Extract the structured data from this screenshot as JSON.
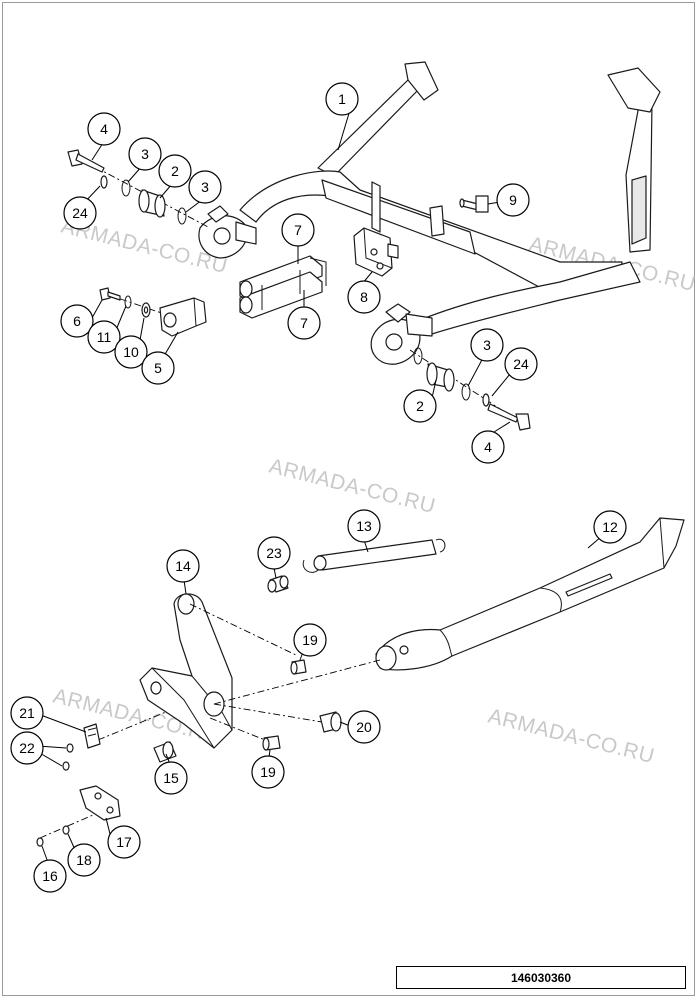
{
  "diagram": {
    "drawing_number": "146030360",
    "watermark_text": "ARMADA-CO.RU",
    "callouts": [
      {
        "id": "c1",
        "label": "1"
      },
      {
        "id": "c2a",
        "label": "2"
      },
      {
        "id": "c2b",
        "label": "2"
      },
      {
        "id": "c3a",
        "label": "3"
      },
      {
        "id": "c3b",
        "label": "3"
      },
      {
        "id": "c3c",
        "label": "3"
      },
      {
        "id": "c4a",
        "label": "4"
      },
      {
        "id": "c4b",
        "label": "4"
      },
      {
        "id": "c5",
        "label": "5"
      },
      {
        "id": "c6",
        "label": "6"
      },
      {
        "id": "c7a",
        "label": "7"
      },
      {
        "id": "c7b",
        "label": "7"
      },
      {
        "id": "c8",
        "label": "8"
      },
      {
        "id": "c9",
        "label": "9"
      },
      {
        "id": "c10",
        "label": "10"
      },
      {
        "id": "c11",
        "label": "11"
      },
      {
        "id": "c12",
        "label": "12"
      },
      {
        "id": "c13",
        "label": "13"
      },
      {
        "id": "c14",
        "label": "14"
      },
      {
        "id": "c15",
        "label": "15"
      },
      {
        "id": "c16",
        "label": "16"
      },
      {
        "id": "c17",
        "label": "17"
      },
      {
        "id": "c18",
        "label": "18"
      },
      {
        "id": "c19a",
        "label": "19"
      },
      {
        "id": "c19b",
        "label": "19"
      },
      {
        "id": "c20",
        "label": "20"
      },
      {
        "id": "c21",
        "label": "21"
      },
      {
        "id": "c22",
        "label": "22"
      },
      {
        "id": "c23",
        "label": "23"
      },
      {
        "id": "c24a",
        "label": "24"
      },
      {
        "id": "c24b",
        "label": "24"
      }
    ]
  }
}
